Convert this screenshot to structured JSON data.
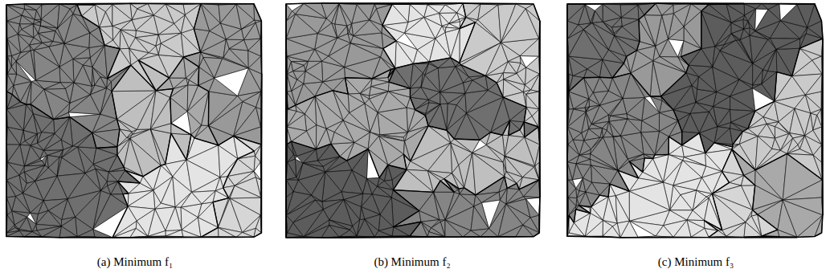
{
  "diagram": {
    "labels": [
      "(a) Minimum f₁",
      "(b) Minimum f₂",
      "(c) Minimum f₃"
    ]
  }
}
